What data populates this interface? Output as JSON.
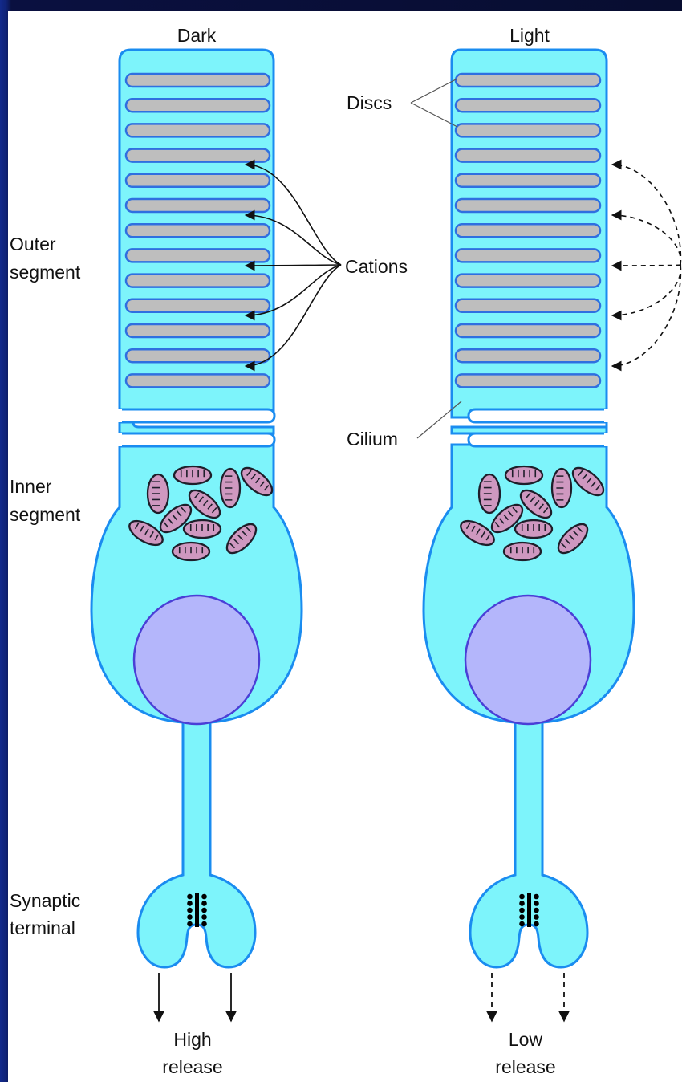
{
  "columns": {
    "dark": "Dark",
    "light": "Light"
  },
  "labels": {
    "outer_segment": [
      "Outer",
      "segment"
    ],
    "inner_segment": [
      "Inner",
      "segment"
    ],
    "synaptic_terminal": [
      "Synaptic",
      "terminal"
    ],
    "discs": "Discs",
    "cations": "Cations",
    "cilium": "Cilium"
  },
  "release": {
    "dark": [
      "High",
      "release"
    ],
    "light": [
      "Low",
      "release"
    ]
  },
  "colors": {
    "cytoplasm": "#7df4fb",
    "membrane": "#1a8cf0",
    "disc_fill": "#bebebe",
    "disc_stroke": "#2f6fe0",
    "nucleus_fill": "#b4b6fb",
    "nucleus_stroke": "#4a3fd6",
    "mitochondrion_fill": "#cf98c0"
  },
  "icons": {
    "cation_influx_arrow": "solid-arrow-icon",
    "blocked_influx_arrow": "dashed-arrow-icon"
  }
}
